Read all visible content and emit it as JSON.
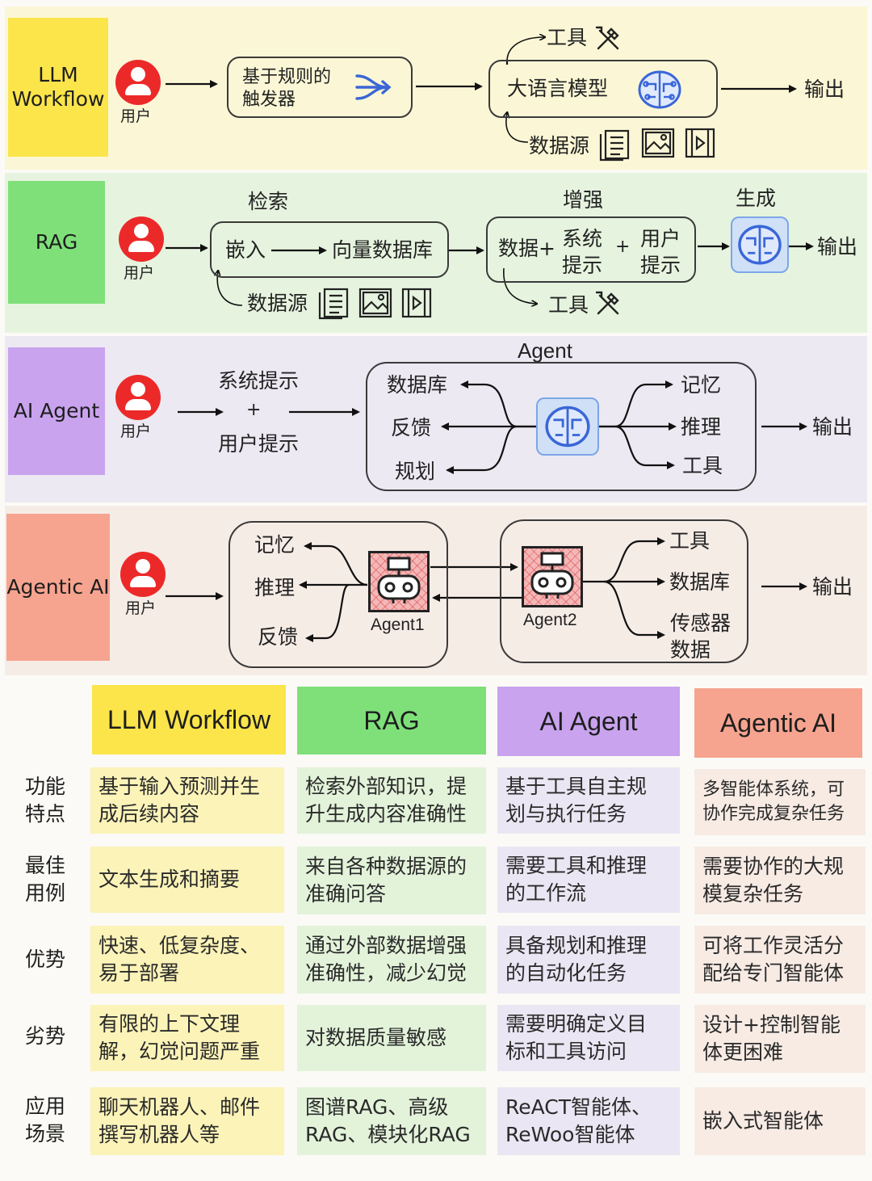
{
  "colors": {
    "llm": "#fbe54a",
    "rag": "#7fe07a",
    "agent": "#c9a3ee",
    "agentic": "#f6a48f",
    "band_llm": "#fbf7d6",
    "band_rag": "#e6f4df",
    "band_agent": "#ece9f2",
    "band_agentic": "#f6ece6"
  },
  "labels": {
    "llm": "LLM\nWorkflow",
    "rag": "RAG",
    "agent": "AI Agent",
    "agentic": "Agentic AI",
    "user": "用户"
  },
  "workflow": {
    "trigger": "基于规则的\n触发器",
    "llm": "大语言模型",
    "tools": "工具",
    "datasource": "数据源",
    "output": "输出"
  },
  "rag": {
    "retrieve": "检索",
    "augment": "增强",
    "generate": "生成",
    "embed": "嵌入",
    "vectordb": "向量数据库",
    "data": "数据+",
    "system_prompt": "系统\n提示",
    "plus": "+",
    "user_prompt": "用户\n提示",
    "datasource": "数据源",
    "tools": "工具",
    "output": "输出"
  },
  "agent": {
    "title": "Agent",
    "system_prompt": "系统提示",
    "plus": "+",
    "user_prompt": "用户提示",
    "database": "数据库",
    "feedback": "反馈",
    "planning": "规划",
    "memory": "记忆",
    "reasoning": "推理",
    "tools": "工具",
    "output": "输出"
  },
  "agentic": {
    "memory": "记忆",
    "reasoning": "推理",
    "feedback": "反馈",
    "agent1": "Agent1",
    "agent2": "Agent2",
    "tools": "工具",
    "database": "数据库",
    "sensor_data": "传感器\n数据",
    "output": "输出"
  },
  "table": {
    "headers": [
      "LLM Workflow",
      "RAG",
      "AI Agent",
      "Agentic AI"
    ],
    "rows": [
      {
        "label": "功能\n特点",
        "cells": [
          "基于输入预测并生\n成后续内容",
          "检索外部知识，提\n升生成内容准确性",
          "基于工具自主规\n划与执行任务",
          "多智能体系统，可\n协作完成复杂任务"
        ]
      },
      {
        "label": "最佳\n用例",
        "cells": [
          "文本生成和摘要",
          "来自各种数据源的\n准确问答",
          "需要工具和推理\n的工作流",
          "需要协作的大规\n模复杂任务"
        ]
      },
      {
        "label": "优势",
        "cells": [
          "快速、低复杂度、\n易于部署",
          "通过外部数据增强\n准确性，减少幻觉",
          "具备规划和推理\n的自动化任务",
          "可将工作灵活分\n配给专门智能体"
        ]
      },
      {
        "label": "劣势",
        "cells": [
          "有限的上下文理\n解，幻觉问题严重",
          "对数据质量敏感",
          "需要明确定义目\n标和工具访问",
          "设计+控制智能\n体更困难"
        ]
      },
      {
        "label": "应用\n场景",
        "cells": [
          "聊天机器人、邮件\n撰写机器人等",
          "图谱RAG、高级\nRAG、模块化RAG",
          "ReACT智能体、\nReWoo智能体",
          "嵌入式智能体"
        ]
      }
    ]
  }
}
